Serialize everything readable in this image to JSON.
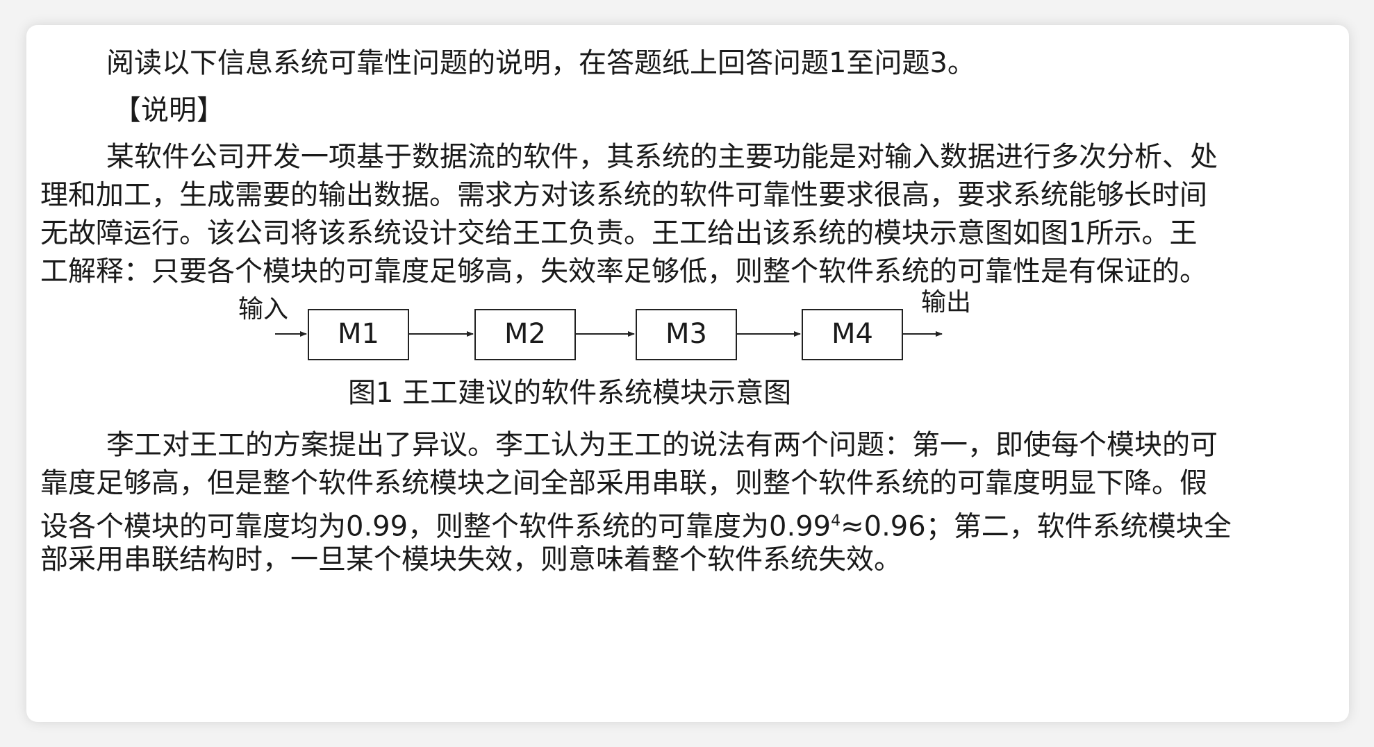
{
  "intro": "阅读以下信息系统可靠性问题的说明，在答题纸上回答问题1至问题3。",
  "section_heading": "【说明】",
  "paragraph1": {
    "line1": "某软件公司开发一项基于数据流的软件，其系统的主要功能是对输入数据进行多次分析、处",
    "line2": "理和加工，生成需要的输出数据。需求方对该系统的软件可靠性要求很高，要求系统能够长时间",
    "line3": "无故障运行。该公司将该系统设计交给王工负责。王工给出该系统的模块示意图如图1所示。王",
    "line4": "工解释：只要各个模块的可靠度足够高，失效率足够低，则整个软件系统的可靠性是有保证的。"
  },
  "figure": {
    "input_label": "输入",
    "output_label": "输出",
    "modules": [
      "M1",
      "M2",
      "M3",
      "M4"
    ],
    "caption": "图1 王工建议的软件系统模块示意图"
  },
  "paragraph2": {
    "line1": "李工对王工的方案提出了异议。李工认为王工的说法有两个问题：第一，即使每个模块的可",
    "line2": "靠度足够高，但是整个软件系统模块之间全部采用串联，则整个软件系统的可靠度明显下降。假",
    "line3_a": "设各个模块的可靠度均为0.99，则整个软件系统的可靠度为0.99",
    "line3_sup": "4",
    "line3_b": "≈0.96；第二，软件系统模块全",
    "line4": "部采用串联结构时，一旦某个模块失效，则意味着整个软件系统失效。"
  }
}
